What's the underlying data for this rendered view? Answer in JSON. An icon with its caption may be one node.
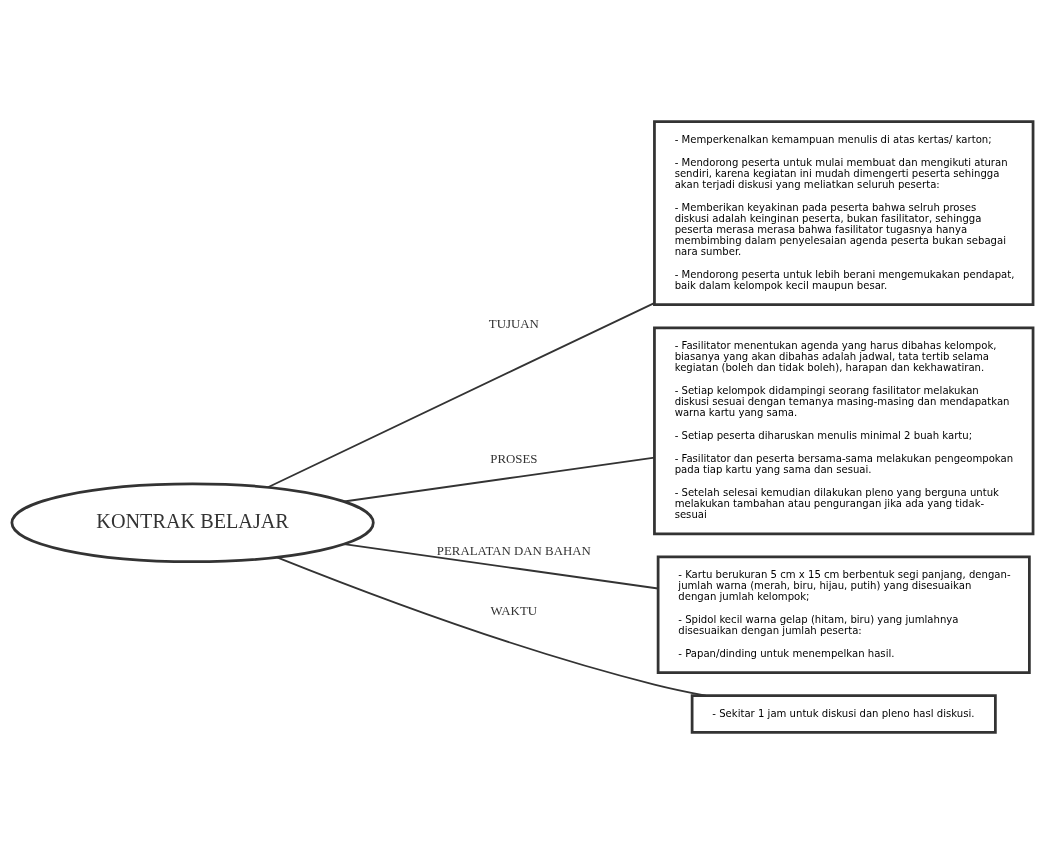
{
  "diagram": {
    "nodes": [
      {
        "text": [
          "KONTRAK BELAJAR"
        ]
      },
      {
        "text": [
          "- Memperkenalkan kemampuan menulis di atas kertas/ karton;",
          "- Mendorong peserta untuk mulai membuat dan mengikuti aturan sendiri, karena kegiatan ini mudah dimengerti peserta sehingga akan terjadi diskusi yang meliatkan seluruh peserta:",
          "- Memberikan keyakinan pada peserta bahwa selruh proses diskusi adalah keinginan peserta, bukan fasilitator, sehingga peserta merasa merasa bahwa fasilitator tugasnya hanya membimbing dalam penyelesaian agenda peserta bukan sebagai nara sumber.",
          "- Mendorong peserta untuk lebih berani mengemukakan pendapat, baik dalam kelompok kecil maupun besar."
        ]
      },
      {
        "text": [
          "- Fasilitator menentukan agenda yang harus dibahas kelompok, biasanya yang akan dibahas adalah jadwal, tata tertib selama kegiatan (boleh dan tidak boleh), harapan dan kekhawatiran.",
          "- Setiap kelompok didampingi seorang fasilitator melakukan diskusi sesuai dengan temanya masing-masing dan mendapatkan warna kartu yang sama.",
          "- Setiap peserta diharuskan menulis minimal 2 buah kartu;",
          "- Fasilitator dan peserta bersama-sama melakukan pengeompokan pada tiap kartu yang sama dan sesuai.",
          "- Setelah selesai kemudian dilakukan pleno yang berguna untuk melakukan tambahan atau pengurangan jika ada yang tidak- sesuai"
        ]
      },
      {
        "text": [
          "- Kartu berukuran 5 cm x 15 cm berbentuk segi panjang, dengan- jumlah warna (merah, biru, hijau, putih) yang disesuaikan dengan jumlah kelompok;",
          "- Spidol kecil warna gelap (hitam, biru) yang jumlahnya disesuaikan dengan jumlah peserta:",
          "- Papan/dinding untuk menempelkan hasil."
        ]
      },
      {
        "text": [
          "- Sekitar 1 jam untuk diskusi dan pleno hasl diskusi."
        ]
      }
    ],
    "edges": [
      {
        "from": 0,
        "to": 1,
        "arrow": "none",
        "label": "TUJUAN"
      },
      {
        "from": 0,
        "to": 2,
        "arrow": "none",
        "label": "PROSES"
      },
      {
        "from": 0,
        "to": 3,
        "arrow": "none",
        "label": "PERALATAN DAN BAHAN"
      },
      {
        "from": 0,
        "to": 4,
        "arrow": "none",
        "label": "WAKTU"
      }
    ]
  }
}
